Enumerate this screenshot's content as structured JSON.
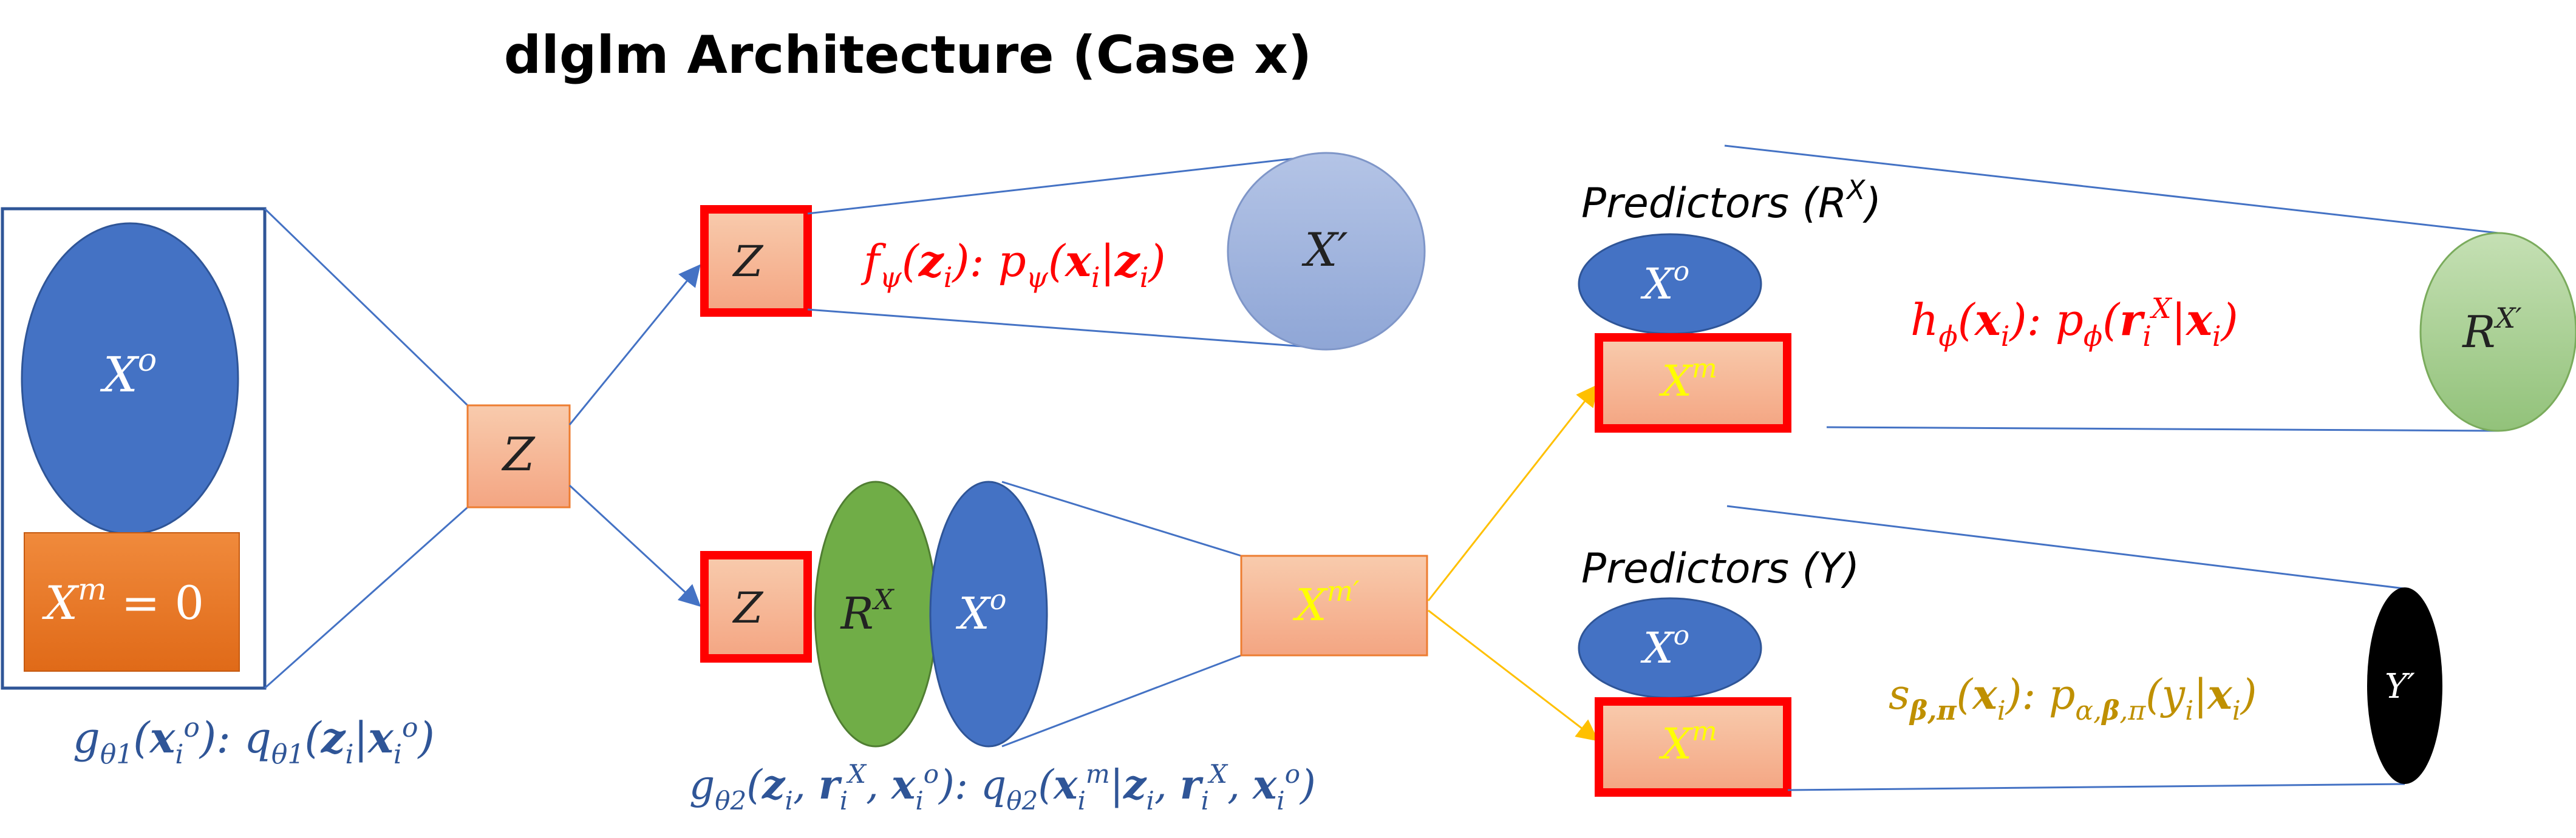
{
  "title": "dlglm Architecture (Case x)",
  "colors": {
    "blue": "#4472c4",
    "orange_grad_top": "#f8cbad",
    "orange_grad_bottom": "#f4a582",
    "orange_solid": "#ed7d31",
    "red_border": "#ff0000",
    "green": "#70ad47",
    "light_blue": "#9fb3de",
    "light_green": "#a9d18e",
    "yellow": "#ffff00",
    "gold_text": "#bf9000",
    "navy_text": "#2f5597",
    "line_blue": "#4472c4",
    "arrow_yellow": "#ffc000",
    "black": "#000000"
  },
  "input_block": {
    "observed_label": "X",
    "observed_sup": "o",
    "missing_label": "X",
    "missing_sup": "m",
    "missing_suffix": " = 0"
  },
  "encoder_formula": {
    "text": "gθ1(xio): qθ1(zi|xio)"
  },
  "latent_center": {
    "label": "Z"
  },
  "upper_branch": {
    "z_label": "Z",
    "formula": "fψ(zi): pψ(xi|zi)",
    "output_label": "X′"
  },
  "lower_branch": {
    "z_label": "Z",
    "rx_label": "R",
    "rx_sup": "X",
    "xo_label": "X",
    "xo_sup": "o",
    "output_label": "X",
    "output_sup": "m′",
    "formula": "gθ2(zi,riX,xio): qθ2(xim|zi,riX,xio)"
  },
  "missingness_model": {
    "heading": "Predictors (R",
    "heading_sup": "X",
    "heading_close": ")",
    "xo_label": "X",
    "xo_sup": "o",
    "xm_label": "X",
    "xm_sup": "m",
    "formula": "hϕ(xi): pϕ(riX|xi)",
    "output_label": "R",
    "output_sup": "X′"
  },
  "outcome_model": {
    "heading": "Predictors (Y)",
    "xo_label": "X",
    "xo_sup": "o",
    "xm_label": "X",
    "xm_sup": "m",
    "formula": "sβ,π(xi): pα,β,π(yi|xi)",
    "output_label": "Y′"
  }
}
